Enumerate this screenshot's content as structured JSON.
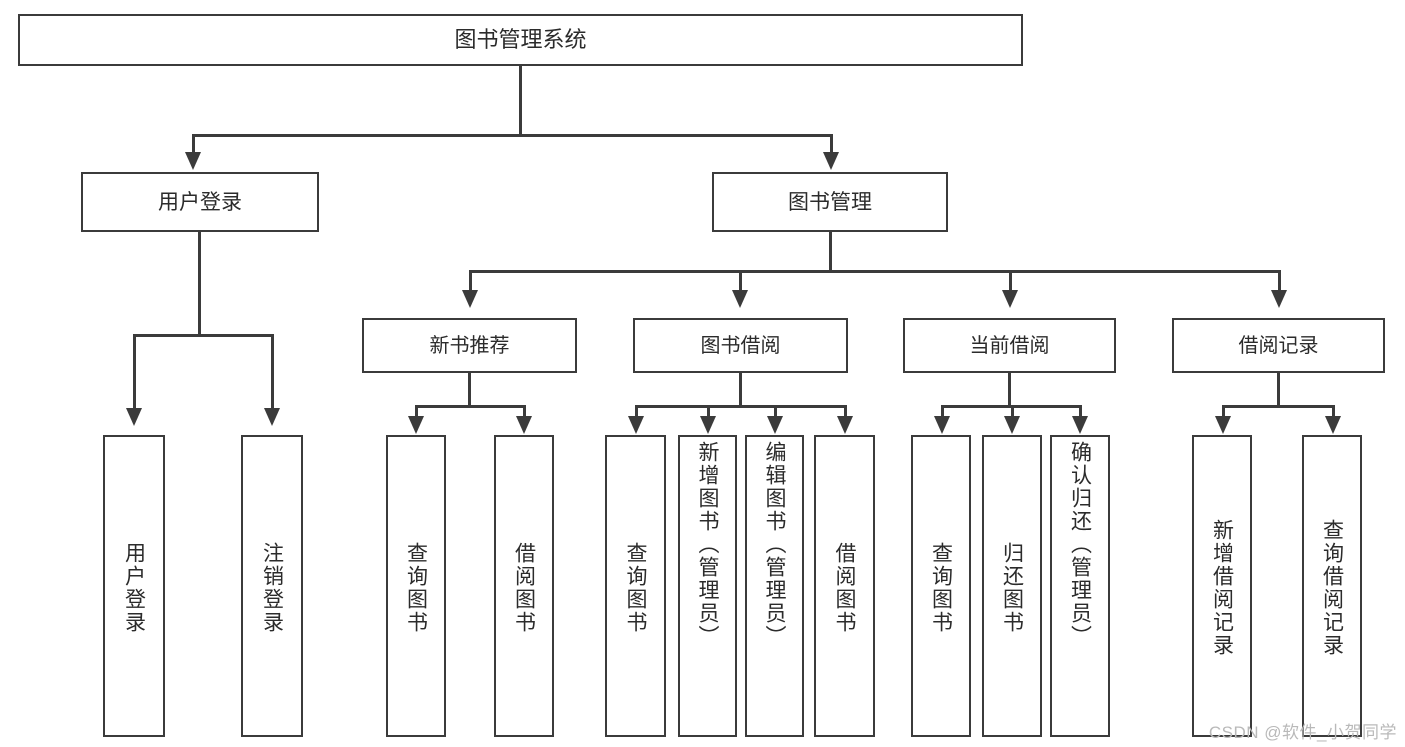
{
  "diagram": {
    "title": "图书管理系统",
    "type": "tree",
    "watermark": "CSDN @软件_小贺同学",
    "colors": {
      "stroke": "#3b3b3b",
      "fill": "#ffffff",
      "text": "#2b2b2b",
      "watermark": "#b9b9b9"
    },
    "root": {
      "label": "图书管理系统"
    },
    "level1": [
      {
        "id": "user-login",
        "label": "用户登录"
      },
      {
        "id": "book-manage",
        "label": "图书管理"
      }
    ],
    "level2": [
      {
        "id": "new-book-recommend",
        "label": "新书推荐",
        "parent": "book-manage"
      },
      {
        "id": "book-borrow",
        "label": "图书借阅",
        "parent": "book-manage"
      },
      {
        "id": "current-borrow",
        "label": "当前借阅",
        "parent": "book-manage"
      },
      {
        "id": "borrow-record",
        "label": "借阅记录",
        "parent": "book-manage"
      }
    ],
    "leaves": [
      {
        "id": "leaf-user-login",
        "label": "用户登录",
        "parent": "user-login"
      },
      {
        "id": "leaf-logout-login",
        "label": "注销登录",
        "parent": "user-login"
      },
      {
        "id": "leaf-query-book-rec",
        "label": "查询图书",
        "parent": "new-book-recommend"
      },
      {
        "id": "leaf-borrow-book-rec",
        "label": "借阅图书",
        "parent": "new-book-recommend"
      },
      {
        "id": "leaf-query-book-borrow",
        "label": "查询图书",
        "parent": "book-borrow"
      },
      {
        "id": "leaf-add-book-admin",
        "label": "新增图书（管理员）",
        "parent": "book-borrow"
      },
      {
        "id": "leaf-edit-book-admin",
        "label": "编辑图书（管理员）",
        "parent": "book-borrow"
      },
      {
        "id": "leaf-borrow-book",
        "label": "借阅图书",
        "parent": "book-borrow"
      },
      {
        "id": "leaf-query-book-current",
        "label": "查询图书",
        "parent": "current-borrow"
      },
      {
        "id": "leaf-return-book",
        "label": "归还图书",
        "parent": "current-borrow"
      },
      {
        "id": "leaf-confirm-return-admin",
        "label": "确认归还（管理员）",
        "parent": "current-borrow"
      },
      {
        "id": "leaf-add-borrow-record",
        "label": "新增借阅记录",
        "parent": "borrow-record"
      },
      {
        "id": "leaf-query-borrow-record",
        "label": "查询借阅记录",
        "parent": "borrow-record"
      }
    ]
  }
}
